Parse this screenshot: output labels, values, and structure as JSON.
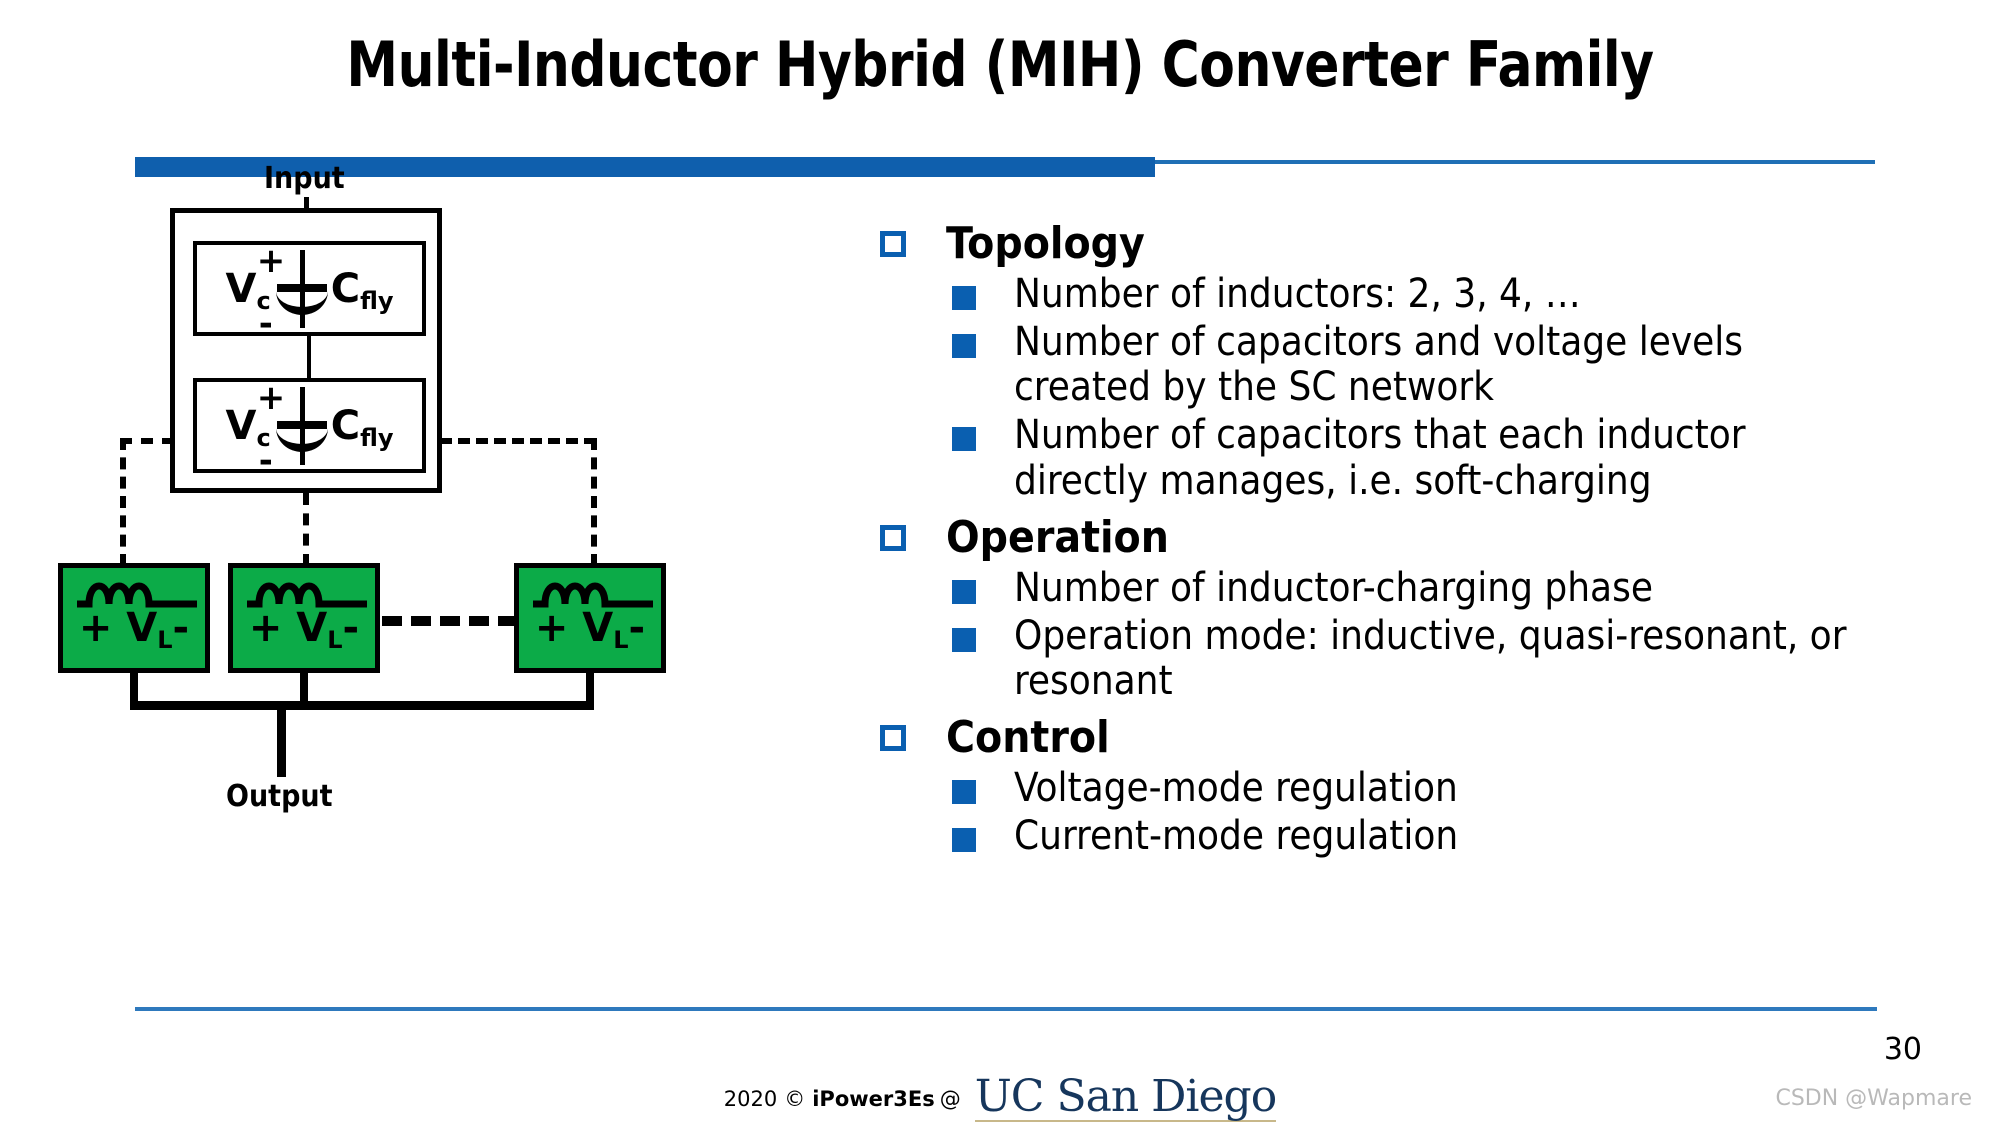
{
  "slide": {
    "title": "Multi-Inductor Hybrid (MIH) Converter Family",
    "page_number": "30",
    "watermark": "CSDN @Wapmare",
    "accent_blue": "#0f5fad",
    "rule_blue": "#2e79bd",
    "inductor_green": "#0cab48"
  },
  "diagram": {
    "input_label": "Input",
    "output_label": "Output",
    "capacitors": [
      {
        "voltage_label": "V",
        "voltage_sub": "c",
        "plus": "+",
        "minus": "-",
        "name_label": "C",
        "name_sub": "fly"
      },
      {
        "voltage_label": "V",
        "voltage_sub": "c",
        "plus": "+",
        "minus": "-",
        "name_label": "C",
        "name_sub": "fly"
      }
    ],
    "inductors": [
      {
        "plus": "+",
        "voltage_label": "V",
        "voltage_sub": "L",
        "minus": "-"
      },
      {
        "plus": "+",
        "voltage_label": "V",
        "voltage_sub": "L",
        "minus": "-"
      },
      {
        "plus": "+",
        "voltage_label": "V",
        "voltage_sub": "L",
        "minus": "-"
      }
    ]
  },
  "content": {
    "sections": [
      {
        "heading": "Topology",
        "items": [
          "Number of inductors: 2, 3, 4, …",
          "Number of capacitors and voltage levels created by the SC network",
          "Number of capacitors that each inductor directly manages, i.e. soft-charging"
        ]
      },
      {
        "heading": "Operation",
        "items": [
          "Number of inductor-charging phase",
          "Operation mode: inductive, quasi-resonant, or resonant"
        ]
      },
      {
        "heading": "Control",
        "items": [
          "Voltage-mode regulation",
          "Current-mode regulation"
        ]
      }
    ]
  },
  "footer": {
    "year": "2020",
    "copyright_symbol": "©",
    "org": "iPower3Es",
    "at": "@",
    "university": "UC San Diego"
  }
}
